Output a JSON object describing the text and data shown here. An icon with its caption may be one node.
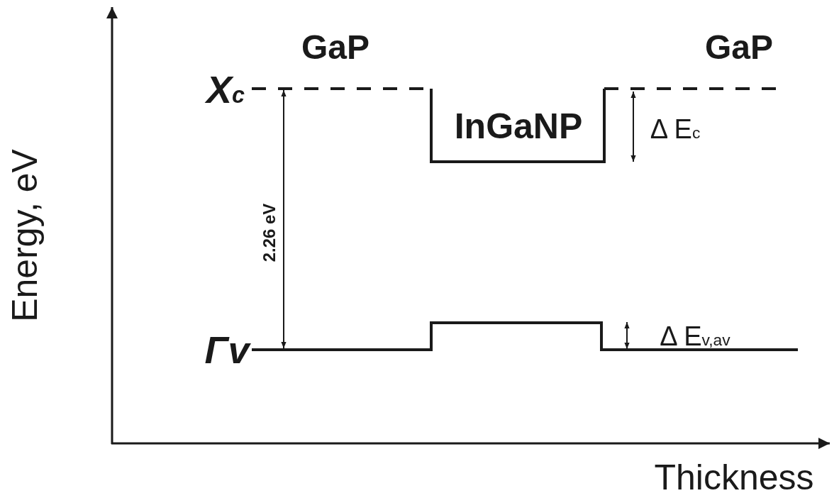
{
  "diagram": {
    "labels": [
      "GaP",
      "GaP",
      "X$_{c}$",
      "InGaNP",
      "Δ E$_{c}$",
      "Energy, eV",
      "2.26 eV",
      "Γv",
      "Δ E$_{v,av}$",
      "Thickness"
    ]
  }
}
